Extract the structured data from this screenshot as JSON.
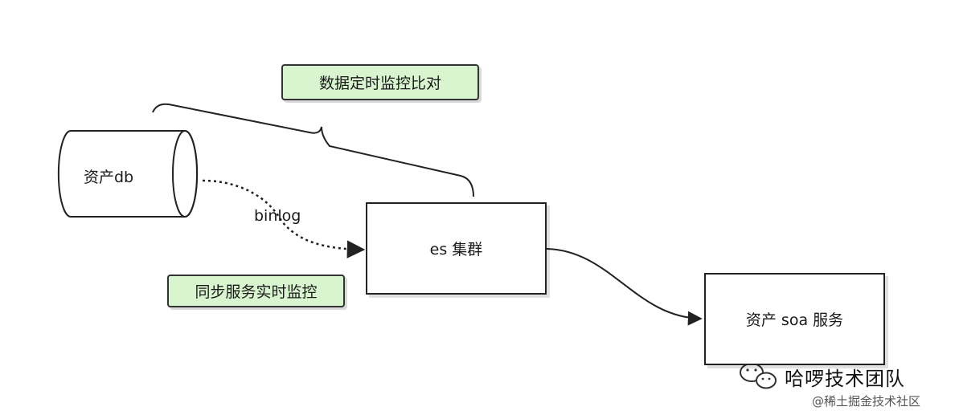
{
  "nodes": {
    "db": "资产db",
    "es": "es 集群",
    "soa": "资产 soa 服务"
  },
  "edges": {
    "binlog": "binlog"
  },
  "notes": {
    "compare": "数据定时监控比对",
    "sync": "同步服务实时监控"
  },
  "watermark": {
    "name": "哈啰技术团队",
    "site": "@稀土掘金技术社区"
  }
}
